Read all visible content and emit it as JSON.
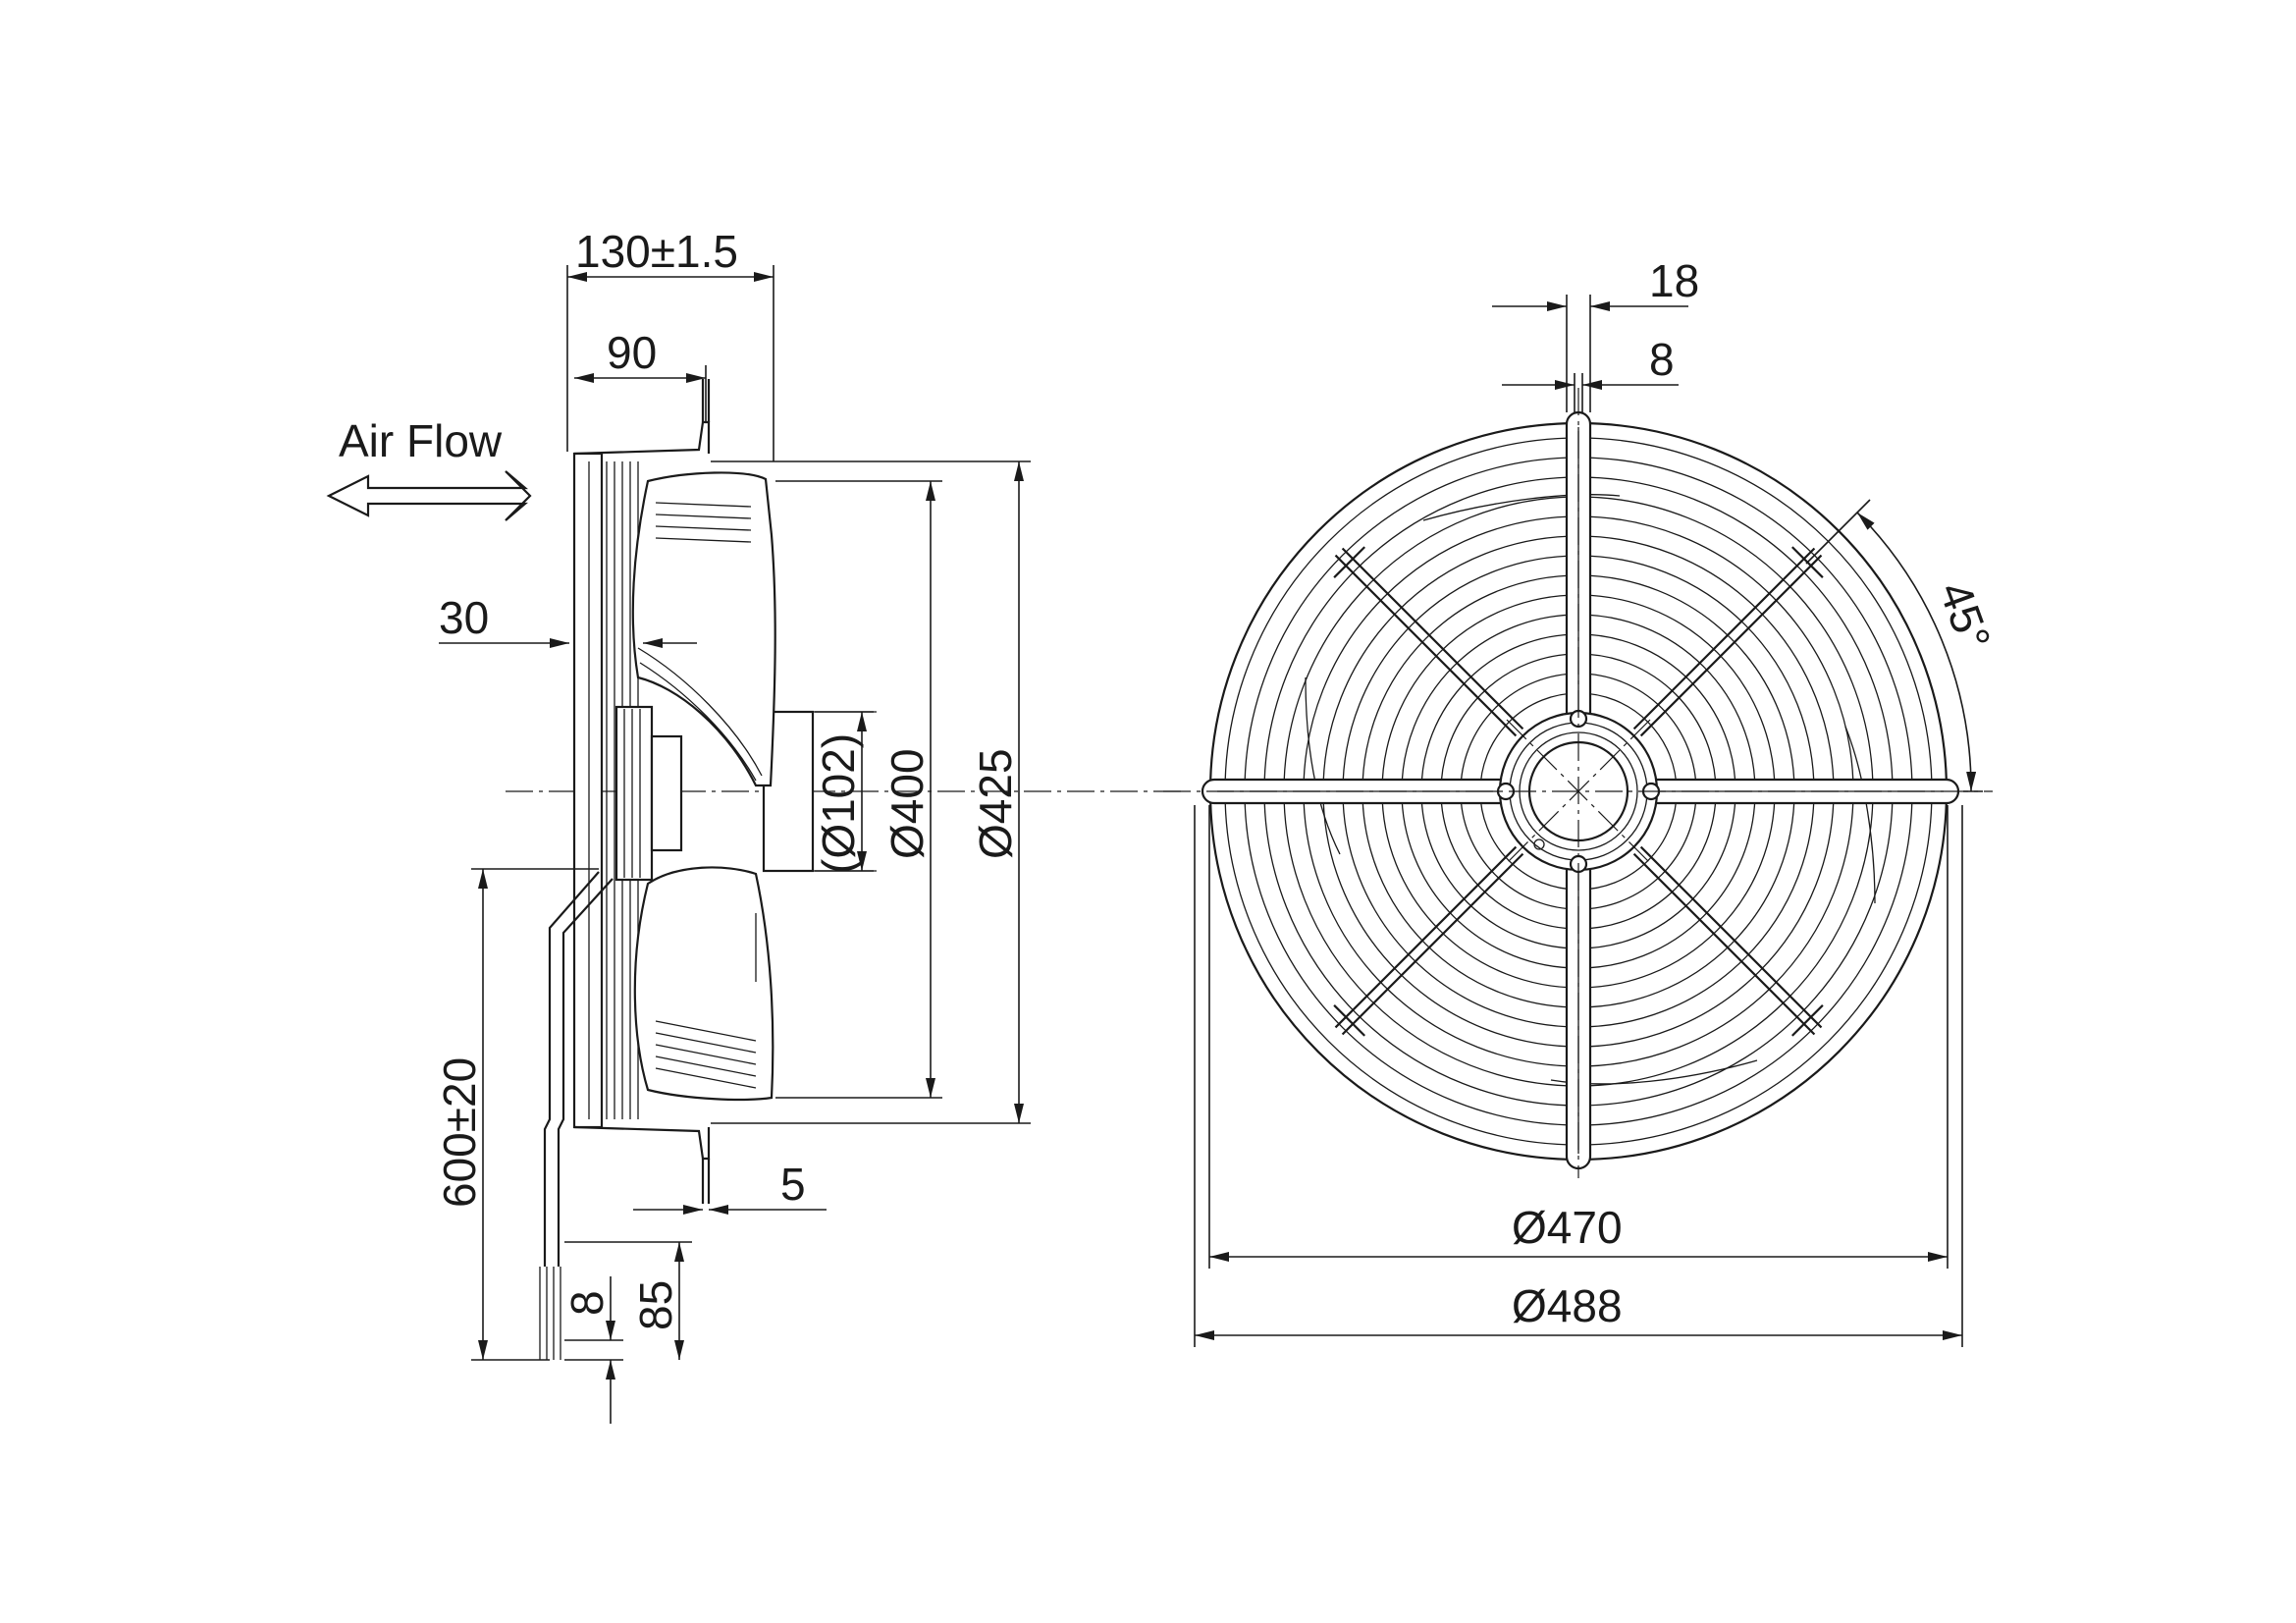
{
  "side_view": {
    "air_flow_label": "Air Flow",
    "dim_depth_total": "130±1.5",
    "dim_depth_motor": "90",
    "dim_blade_offset": "30",
    "dim_hub_dia": "(Ø102)",
    "dim_blade_dia": "Ø400",
    "dim_housing_dia": "Ø425",
    "dim_cable_length": "600±20",
    "dim_flange": "5",
    "dim_wire_strip": "8",
    "dim_wire_end": "85"
  },
  "front_view": {
    "dim_slot_outer": "18",
    "dim_slot_inner": "8",
    "dim_angle": "45°",
    "dim_guard_inner": "Ø470",
    "dim_guard_outer": "Ø488"
  }
}
